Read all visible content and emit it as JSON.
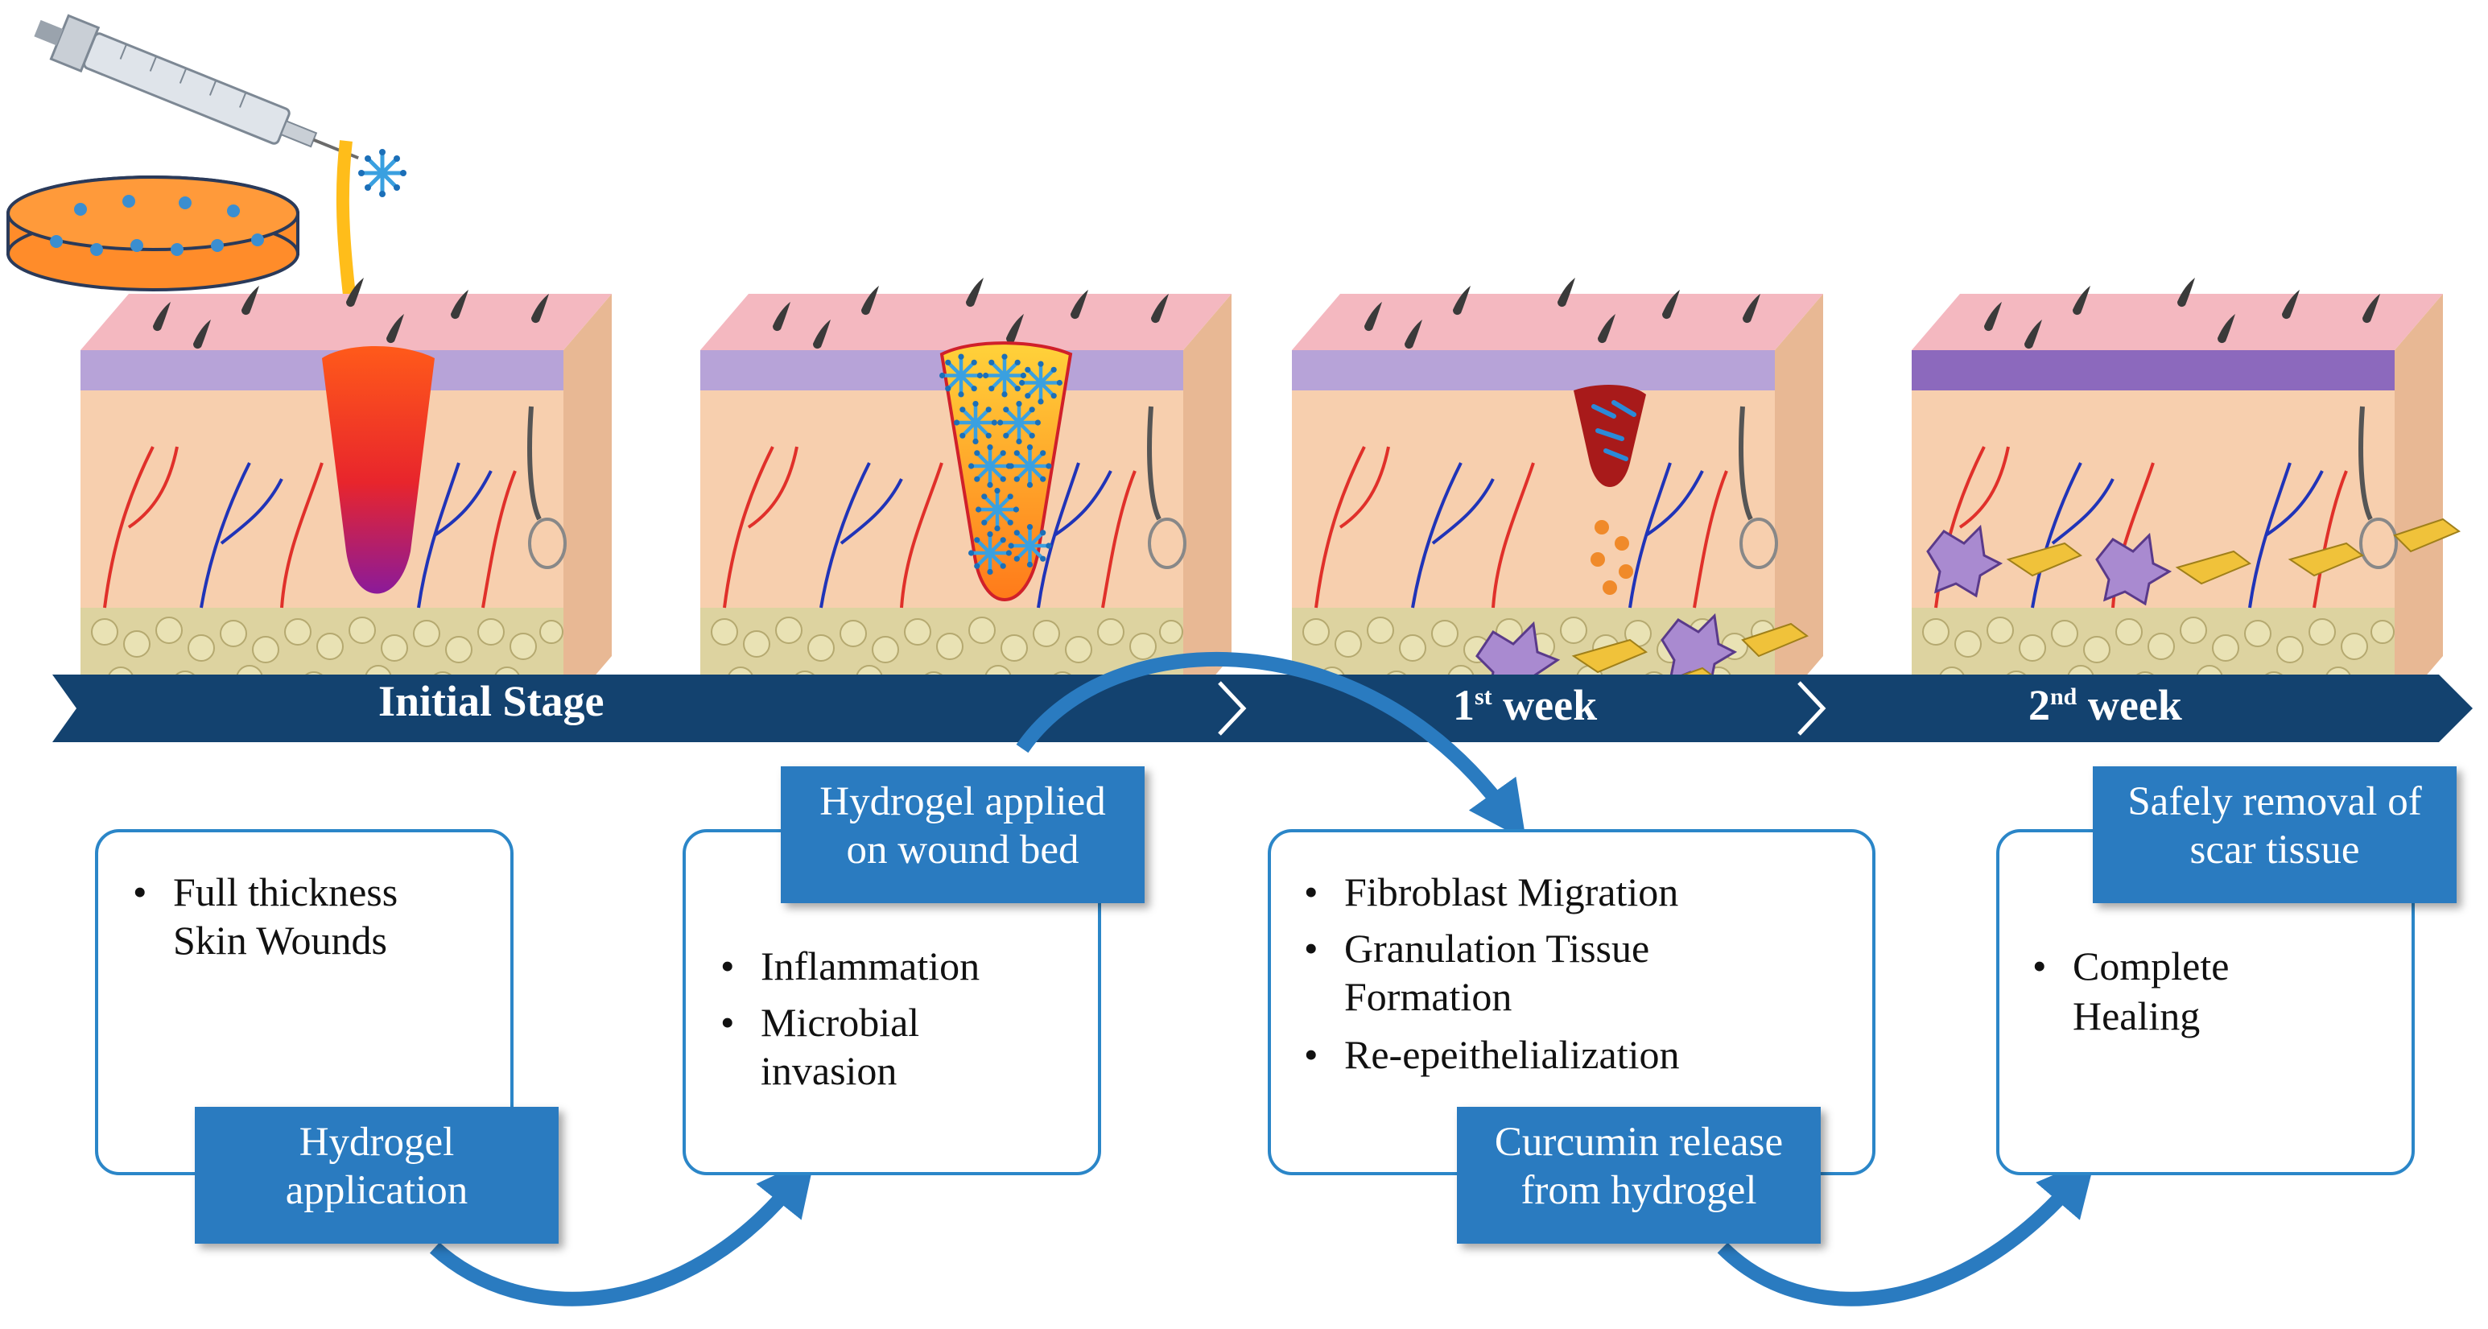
{
  "timeline": {
    "stage1": "Initial Stage",
    "stage2_num": "1",
    "stage2_sup": "st",
    "stage2_word": " week",
    "stage3_num": "2",
    "stage3_sup": "nd",
    "stage3_word": " week",
    "band_color": "#13426f"
  },
  "cards": [
    {
      "bullets": [
        "Full thickness",
        "Skin Wounds"
      ]
    },
    {
      "bullets": [
        "Inflammation",
        "Microbial",
        "invasion"
      ]
    },
    {
      "bullets": [
        "Fibroblast Migration",
        "Granulation Tissue",
        "Formation",
        "Re-epeithelialization"
      ]
    },
    {
      "bullets": [
        "Complete",
        "Healing"
      ]
    }
  ],
  "tags": {
    "hydrogel_application": [
      "Hydrogel",
      "application"
    ],
    "hydrogel_applied": [
      "Hydrogel applied",
      "on wound bed"
    ],
    "curcumin_release": [
      "Curcumin release",
      "from hydrogel"
    ],
    "safely_removal": [
      "Safely removal of",
      "scar tissue"
    ]
  },
  "colors": {
    "accent": "#2a7bc0",
    "box_border": "#2b86c8",
    "skin_top": "#f4b8c0",
    "dermis": "#f7cfae",
    "wound": "#e8322a"
  },
  "icons": [
    "syringe-icon",
    "petri-dish-icon",
    "curcumin-micelle-icon",
    "skin-block-icon",
    "curved-arrow-icon"
  ]
}
